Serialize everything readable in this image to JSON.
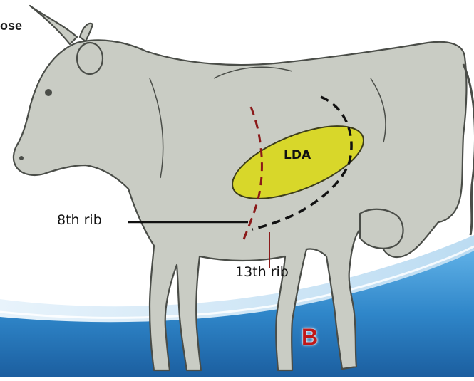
{
  "title": "ose",
  "labels": {
    "lda": "LDA",
    "rib8": "8th rib",
    "rib13": "13th rib"
  },
  "panel_letter": "B",
  "colors": {
    "background": "#ffffff",
    "cow_fill": "#c9ccc4",
    "cow_outline": "#4a4d48",
    "lda_fill": "#d8d72a",
    "rib8_dash": "#8b1a1a",
    "rib13_dash": "#111111",
    "wave_blue": "#2f86c9",
    "panel_letter": "#c01818"
  }
}
